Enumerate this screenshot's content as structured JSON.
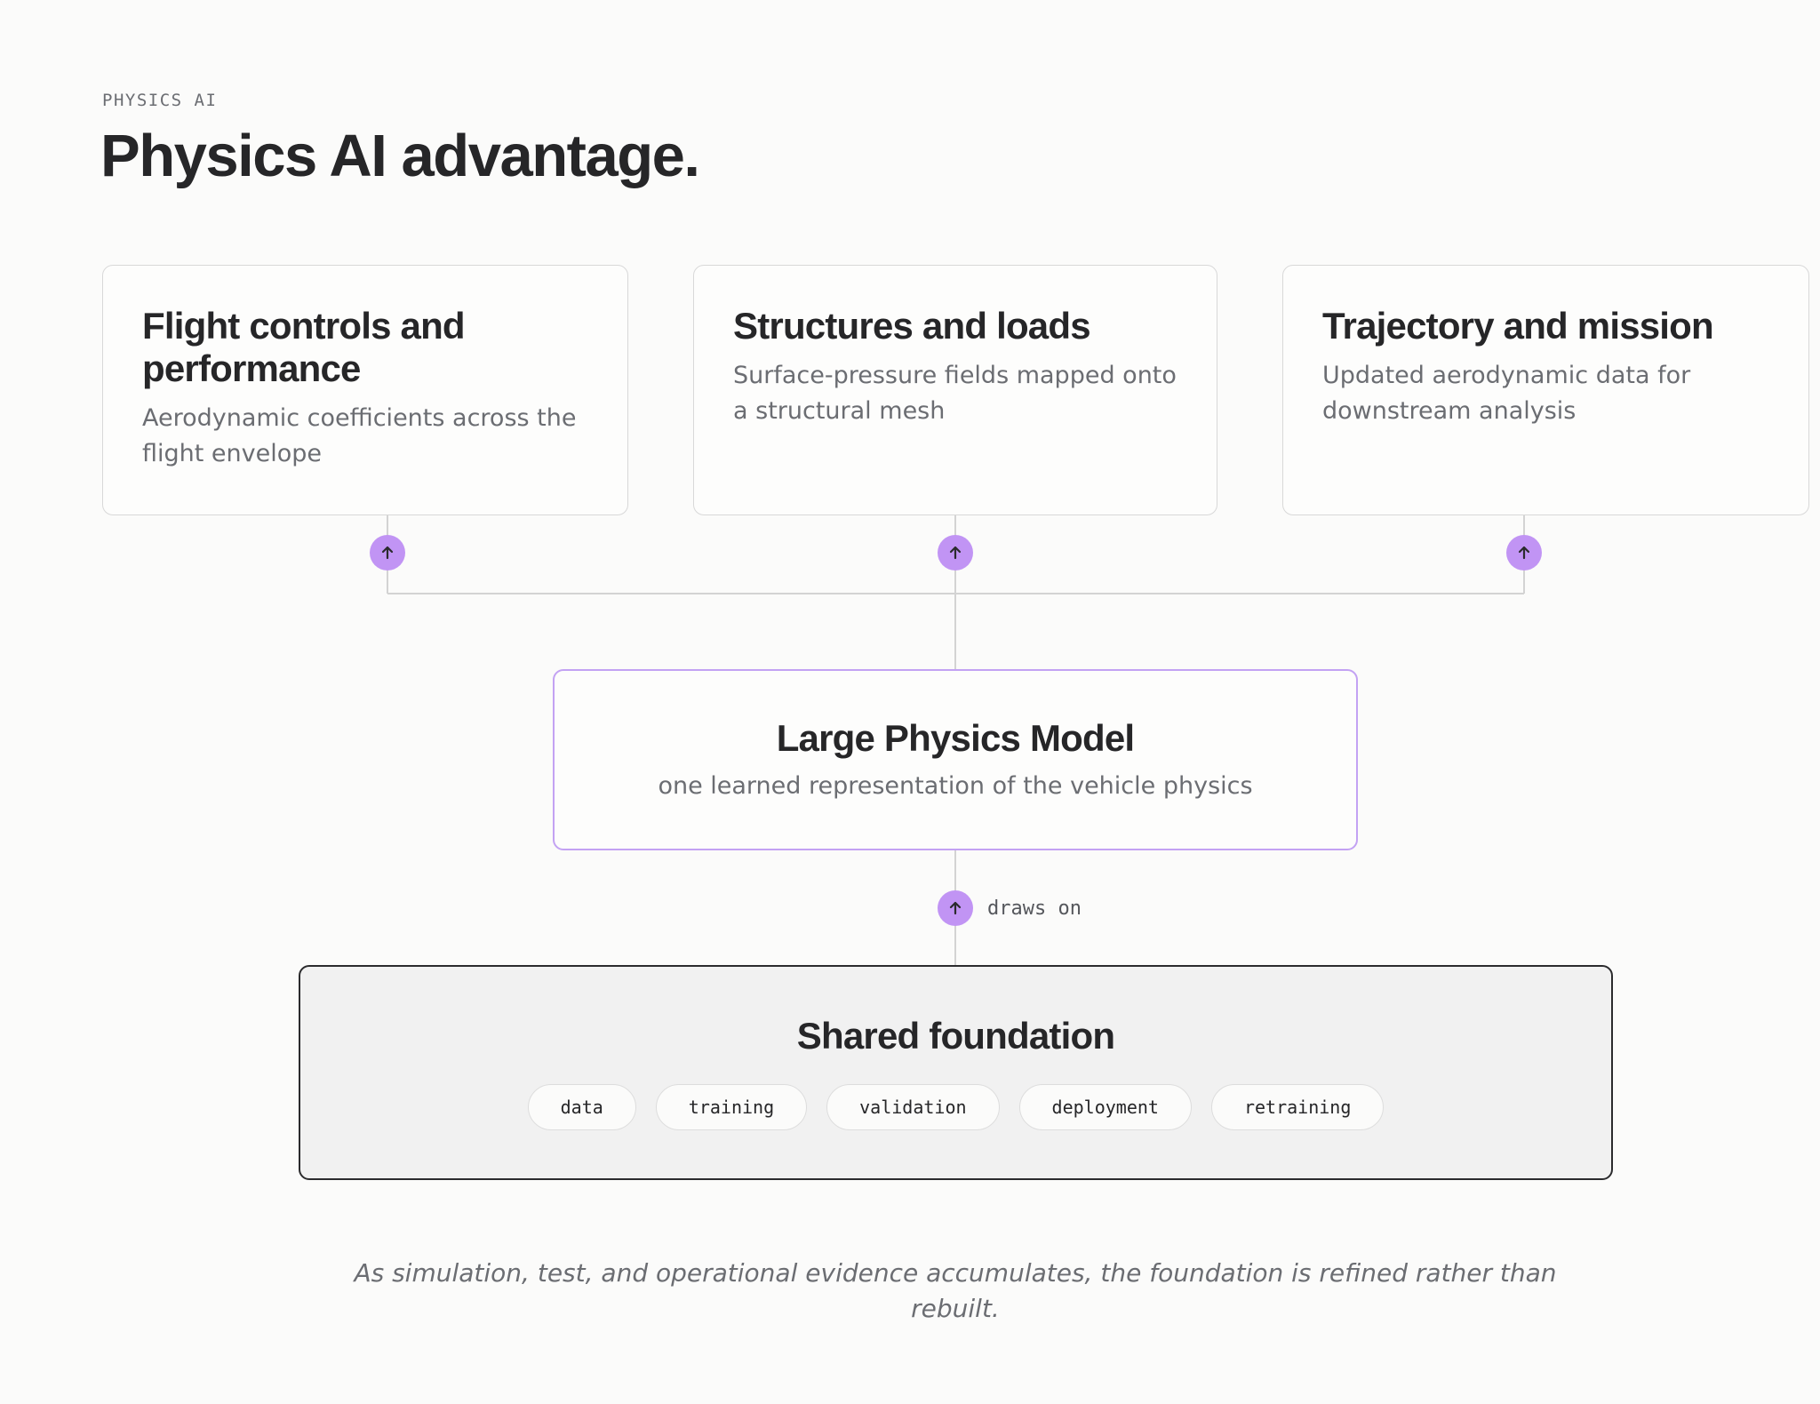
{
  "header": {
    "eyebrow": "PHYSICS AI",
    "title": "Physics AI advantage."
  },
  "outputs": [
    {
      "title": "Flight controls and performance",
      "description": "Aerodynamic coefficients across the flight envelope"
    },
    {
      "title": "Structures and loads",
      "description": "Surface-pressure fields mapped onto a structural mesh"
    },
    {
      "title": "Trajectory and mission",
      "description": "Updated aerodynamic data for downstream analysis"
    }
  ],
  "model": {
    "title": "Large Physics Model",
    "subtitle": "one learned representation of the vehicle physics"
  },
  "connector_label": "draws on",
  "foundation": {
    "title": "Shared foundation",
    "stages": [
      "data",
      "training",
      "validation",
      "deployment",
      "retraining"
    ]
  },
  "footer": "As simulation, test, and operational evidence accumulates, the foundation is refined rather than rebuilt.",
  "colors": {
    "accent": "#c194f4",
    "model_border": "#c3a2f3",
    "foundation_fill": "#f1f1f1",
    "text_primary": "#262628",
    "text_secondary": "#6b6d72"
  },
  "icons": {
    "connector_badge": "arrow-up-icon"
  }
}
